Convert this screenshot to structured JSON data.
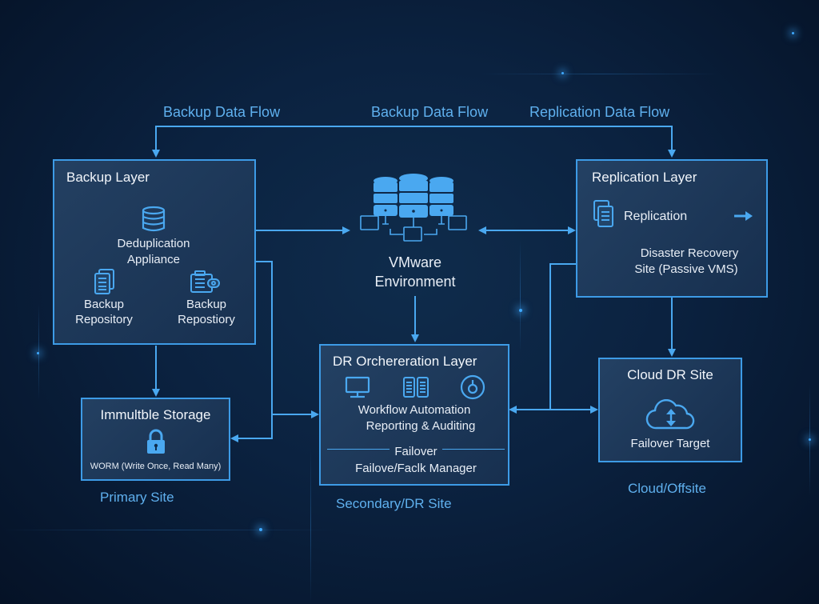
{
  "flow_labels": {
    "left": "Backup Data Flow",
    "center": "Backup Data Flow",
    "right": "Replication Data Flow"
  },
  "backup_layer": {
    "title": "Backup Layer",
    "dedup": [
      "Deduplication",
      "Appliance"
    ],
    "repo1": [
      "Backup",
      "Repository"
    ],
    "repo2": [
      "Backup",
      "Repostiory"
    ]
  },
  "vmware": {
    "title_line1": "VMware",
    "title_line2": "Environment"
  },
  "replication_layer": {
    "title": "Replication Layer",
    "item": "Replication",
    "dr_site": [
      "Disaster Recovery",
      "Site (Passive VMS)"
    ]
  },
  "immutable_storage": {
    "title": "Immultble Storage",
    "subtitle": "WORM (Write Once, Read Many)"
  },
  "dr_orchestration": {
    "title": "DR Orchereration Layer",
    "line1": "Workflow Automation",
    "line2": "Reporting & Auditing",
    "divider_label": "Failover",
    "line3": "Failove/Faclk Manager"
  },
  "cloud_dr": {
    "title": "Cloud DR Site",
    "subtitle": "Failover Target"
  },
  "site_labels": {
    "primary": "Primary Site",
    "secondary": "Secondary/DR Site",
    "cloud": "Cloud/Offsite"
  },
  "colors": {
    "accent": "#3d9be6",
    "label": "#5fb0ee",
    "background": "#0b2240"
  }
}
